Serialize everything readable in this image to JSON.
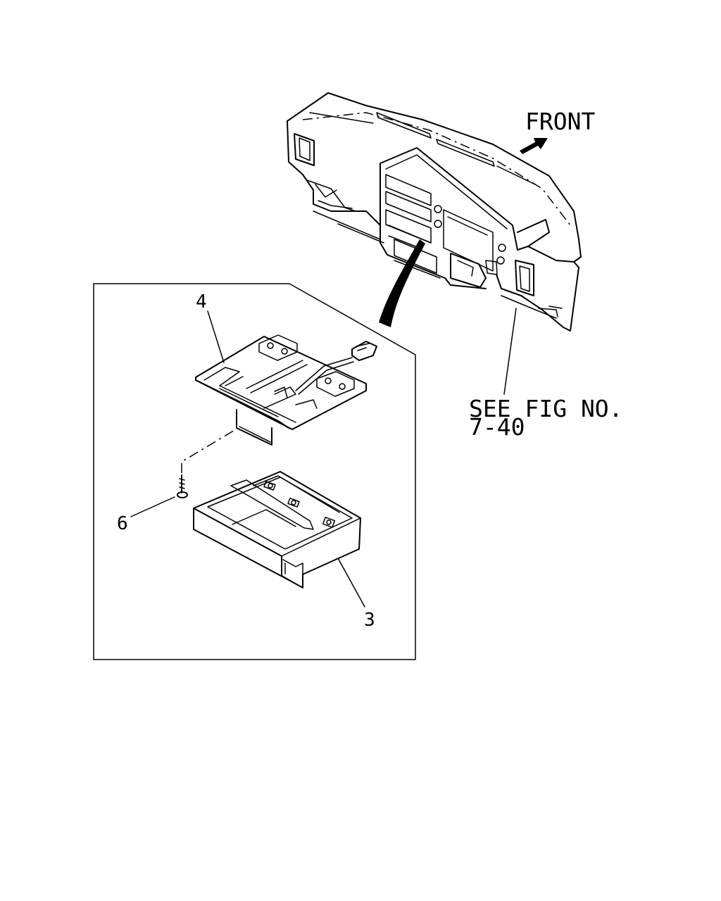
{
  "labels": {
    "front": "FRONT",
    "see_fig_line1": "SEE FIG NO.",
    "see_fig_line2": "7-40",
    "callout_4": "4",
    "callout_6": "6",
    "callout_3": "3"
  },
  "colors": {
    "ink": "#000000",
    "paper": "#ffffff"
  },
  "icons": {
    "front_arrow": "arrow-up-right-icon"
  }
}
